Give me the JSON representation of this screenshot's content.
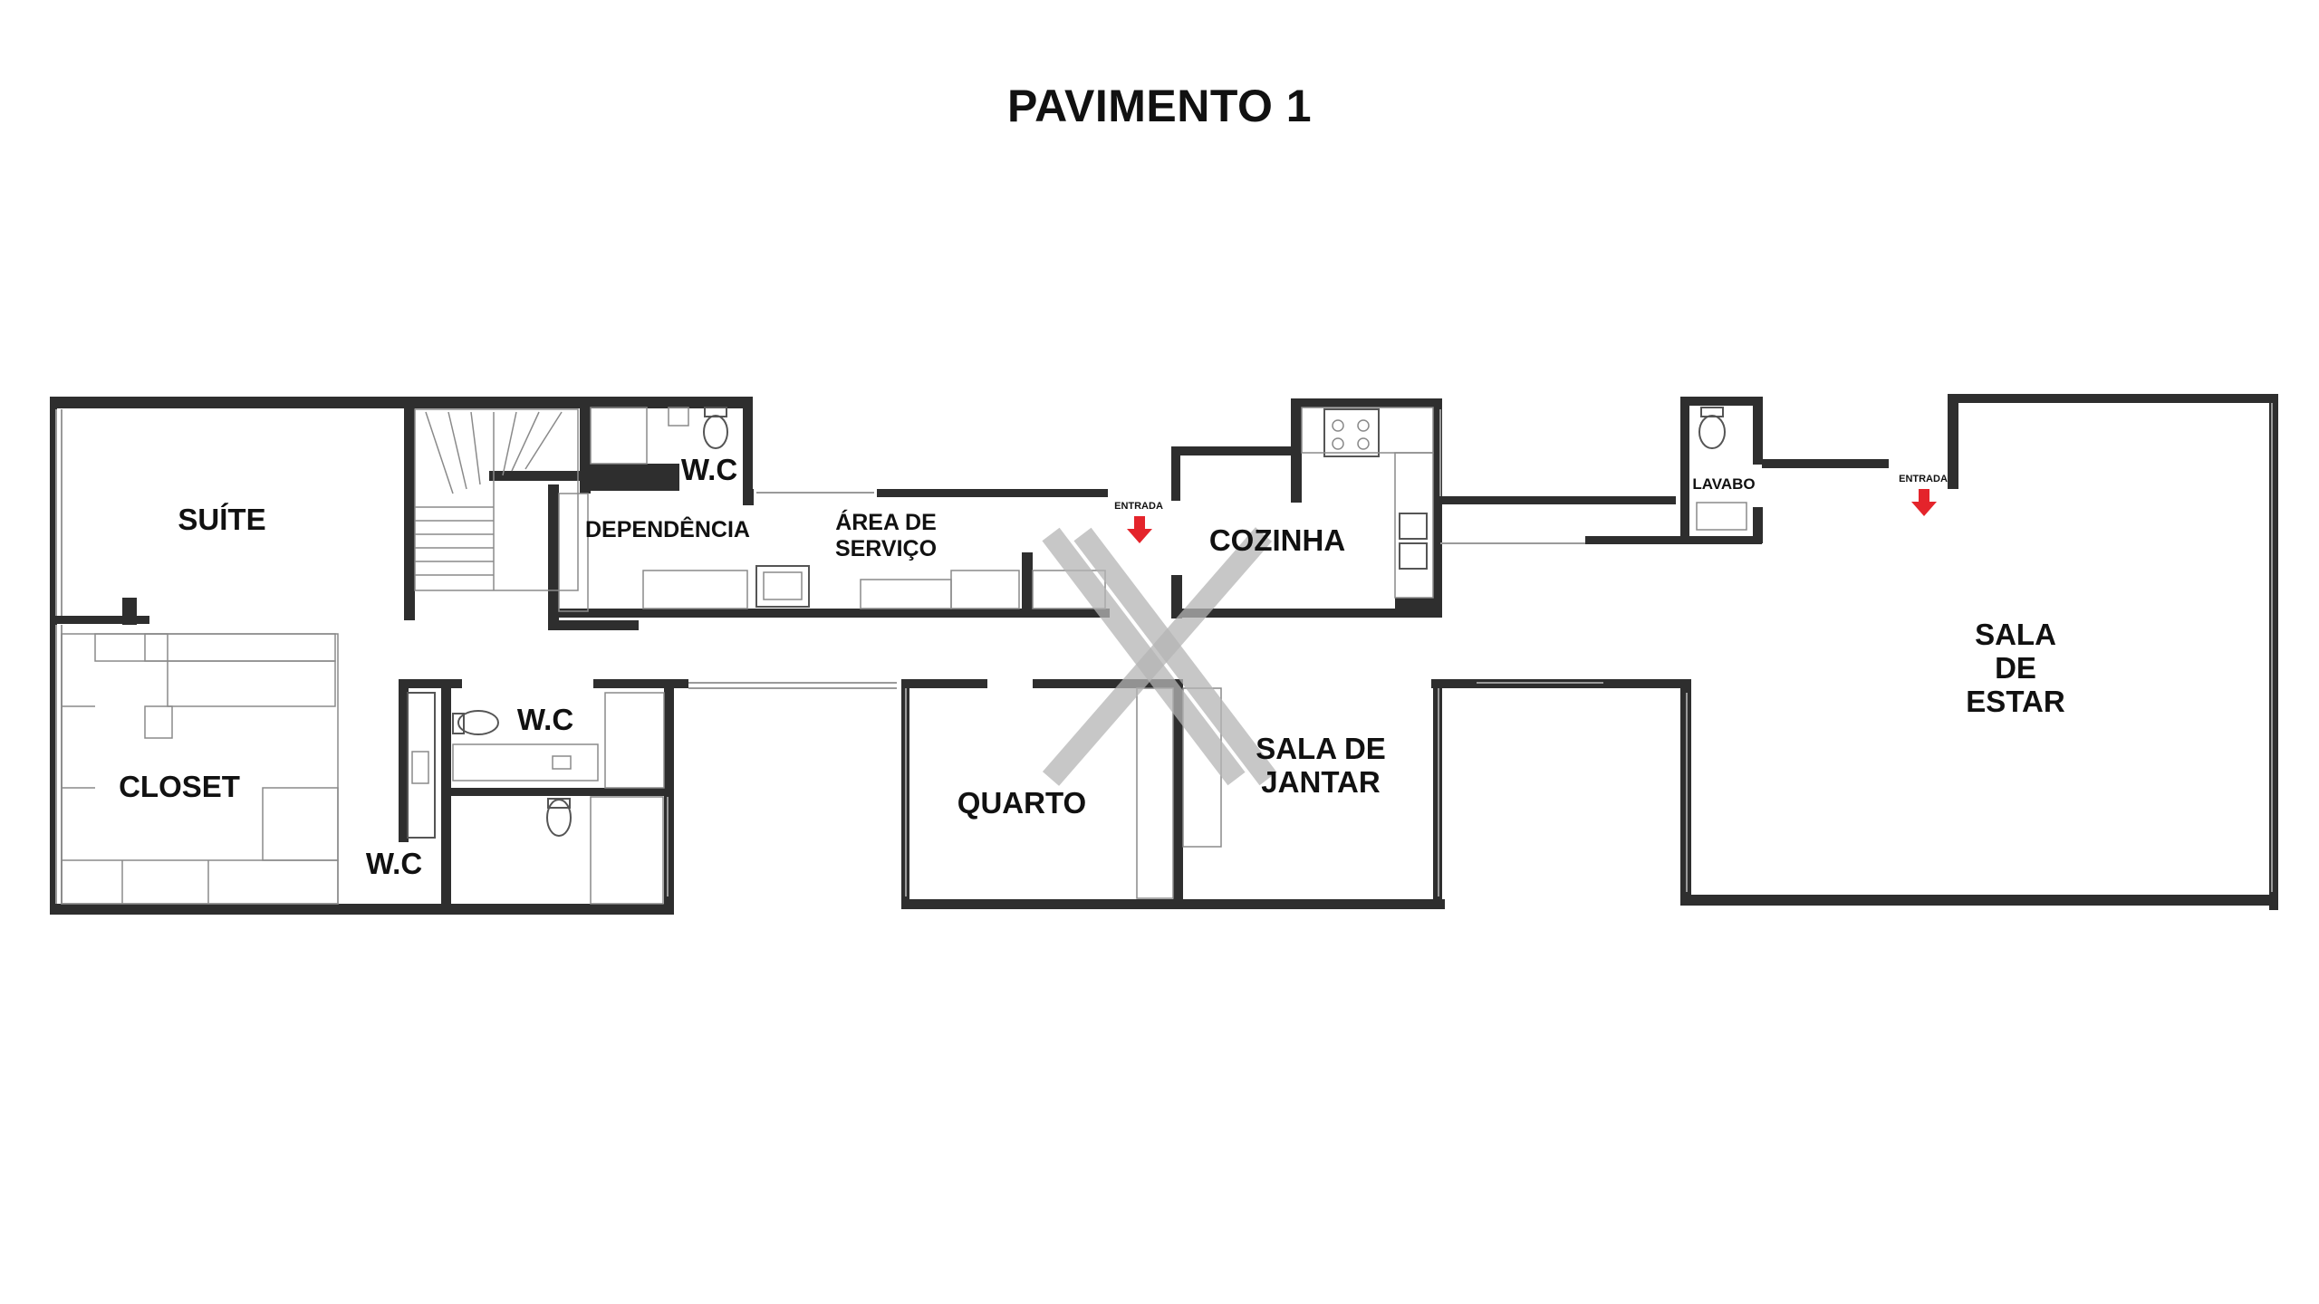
{
  "title": "PAVIMENTO 1",
  "rooms": {
    "suite": "SUÍTE",
    "closet": "CLOSET",
    "wc_suite": "W.C",
    "wc_center": "W.C",
    "wc_dependencia": "W.C",
    "dependencia": "DEPENDÊNCIA",
    "area_servico_1": "ÁREA DE",
    "area_servico_2": "SERVIÇO",
    "cozinha": "COZINHA",
    "quarto": "QUARTO",
    "sala_jantar_1": "SALA DE",
    "sala_jantar_2": "JANTAR",
    "lavabo": "LAVABO",
    "sala_estar_1": "SALA",
    "sala_estar_2": "DE",
    "sala_estar_3": "ESTAR"
  },
  "entrances": {
    "service": "ENTRADA",
    "main": "ENTRADA"
  },
  "colors": {
    "wall": "#2e2e2e",
    "entrance_arrow": "#e4242b",
    "watermark": "#b4b4b4"
  },
  "icons": [
    "entrance-arrow-icon",
    "toilet-icon",
    "sink-icon",
    "stove-icon",
    "watermark-logo-icon"
  ]
}
